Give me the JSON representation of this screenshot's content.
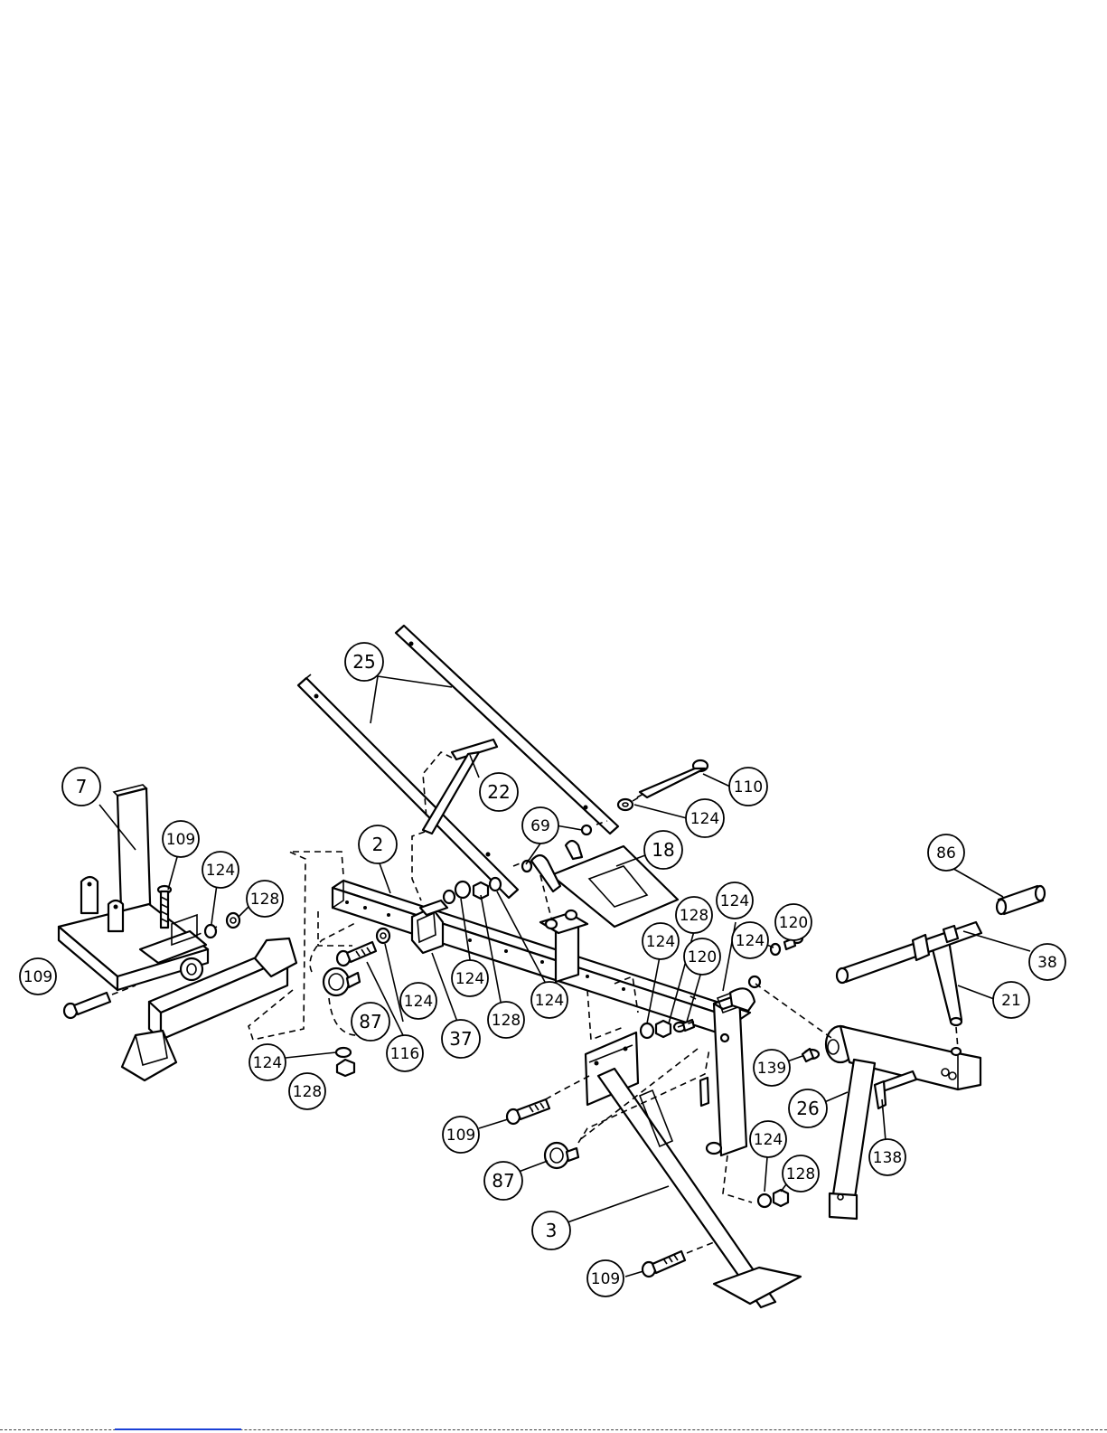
{
  "diagram": {
    "callouts": {
      "c25": "25",
      "c22": "22",
      "c110": "110",
      "c124_top": "124",
      "c69": "69",
      "c18": "18",
      "c7": "7",
      "c109_upright": "109",
      "c124_left": "124",
      "c128_left": "128",
      "c2": "2",
      "c86": "86",
      "c124_right": "124",
      "c120_right": "120",
      "c38": "38",
      "c21": "21",
      "c128_mid": "128",
      "c124_mid": "124",
      "c120_mid": "120",
      "c109_left": "109",
      "c87_left": "87",
      "c124_a": "124",
      "c37": "37",
      "c124_b": "124",
      "c128_a": "128",
      "c124_c": "124",
      "c116": "116",
      "c124_low": "124",
      "c128_low": "128",
      "c139": "139",
      "c26": "26",
      "c138": "138",
      "c109_mid": "109",
      "c87_mid": "87",
      "c124_bottom": "124",
      "c128_bottom": "128",
      "c3": "3",
      "c109_bottom": "109"
    }
  }
}
